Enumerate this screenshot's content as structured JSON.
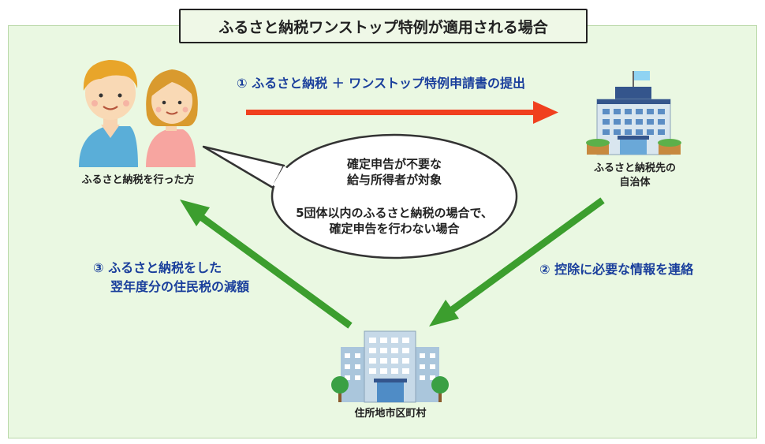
{
  "title": "ふるさと納税ワンストップ特例が適用される場合",
  "nodes": {
    "taxpayer": "ふるさと納税を行った方",
    "donation_municipality_line1": "ふるさと納税先の",
    "donation_municipality_line2": "自治体",
    "residence_municipality": "住所地市区町村"
  },
  "steps": {
    "step1": "① ふるさと納税 ＋ ワンストップ特例申請書の提出",
    "step2": "② 控除に必要な情報を連絡",
    "step3_line1": "③ ふるさと納税をした",
    "step3_line2": "翌年度分の住民税の減額"
  },
  "bubble": {
    "line1": "確定申告が不要な",
    "line2": "給与所得者が対象",
    "line3": "5団体以内のふるさと納税の場合で、",
    "line4": "確定申告を行わない場合"
  },
  "colors": {
    "background": "#eaf8e2",
    "arrow_red": "#f0401e",
    "arrow_green": "#3c9e2e",
    "text_blue": "#1a3f9c"
  }
}
